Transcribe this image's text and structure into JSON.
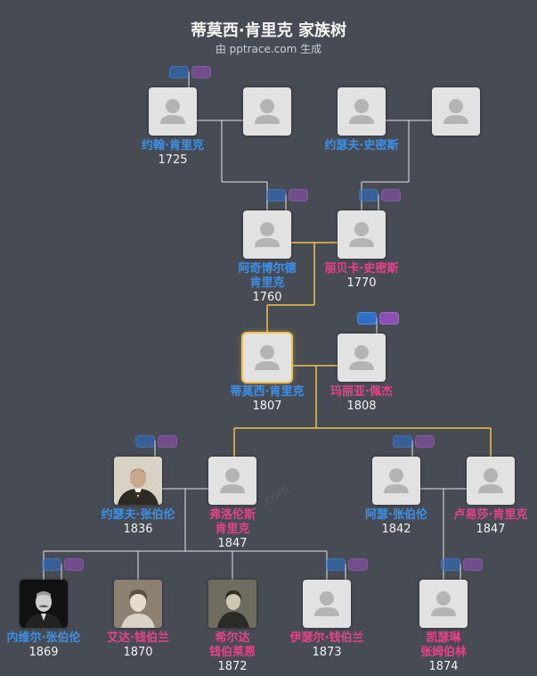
{
  "title": "蒂莫西·肯里克 家族树",
  "subtitle": "由 pptrace.com 生成",
  "watermark": ".com",
  "colors": {
    "male": "#3b91ea",
    "female": "#e8428c",
    "line": "#e6e6e6",
    "path": "#f0c24a",
    "bg": "#474b53"
  },
  "people": [
    {
      "id": "p1",
      "name": [
        "约翰·肯里克"
      ],
      "year": "1725",
      "gender": "m",
      "photo": "person-placeholder"
    },
    {
      "id": "p2",
      "name": [],
      "year": "",
      "gender": "f",
      "photo": "person-placeholder"
    },
    {
      "id": "p3",
      "name": [
        "约瑟夫·史密斯"
      ],
      "year": "",
      "gender": "m",
      "photo": "person-placeholder"
    },
    {
      "id": "p4",
      "name": [],
      "year": "",
      "gender": "f",
      "photo": "person-placeholder"
    },
    {
      "id": "p5",
      "name": [
        "阿奇博尔德",
        "肯里克"
      ],
      "year": "1760",
      "gender": "m",
      "photo": "person-placeholder"
    },
    {
      "id": "p6",
      "name": [
        "丽贝卡·史密斯"
      ],
      "year": "1770",
      "gender": "f",
      "photo": "person-placeholder"
    },
    {
      "id": "p7",
      "name": [
        "蒂莫西·肯里克"
      ],
      "year": "1807",
      "gender": "m",
      "photo": "person-placeholder",
      "highlight": true
    },
    {
      "id": "p8",
      "name": [
        "玛丽亚·佩杰"
      ],
      "year": "1808",
      "gender": "f",
      "photo": "person-placeholder"
    },
    {
      "id": "p9",
      "name": [
        "约瑟夫·张伯伦"
      ],
      "year": "1836",
      "gender": "m",
      "photo": "photo-man-suit"
    },
    {
      "id": "p10",
      "name": [
        "弗洛伦斯",
        "肯里克"
      ],
      "year": "1847",
      "gender": "f",
      "photo": "person-placeholder"
    },
    {
      "id": "p11",
      "name": [
        "阿瑟·张伯伦"
      ],
      "year": "1842",
      "gender": "m",
      "photo": "person-placeholder"
    },
    {
      "id": "p12",
      "name": [
        "卢易莎·肯里克"
      ],
      "year": "1847",
      "gender": "f",
      "photo": "person-placeholder"
    },
    {
      "id": "p13",
      "name": [
        "内维尔·张伯伦"
      ],
      "year": "1869",
      "gender": "m",
      "photo": "photo-man-mustache"
    },
    {
      "id": "p14",
      "name": [
        "艾达·钱伯兰"
      ],
      "year": "1870",
      "gender": "f",
      "photo": "photo-woman"
    },
    {
      "id": "p15",
      "name": [
        "希尔达",
        "钱伯莱恩"
      ],
      "year": "1872",
      "gender": "f",
      "photo": "photo-woman-seated"
    },
    {
      "id": "p16",
      "name": [
        "伊瑟尔·钱伯兰"
      ],
      "year": "1873",
      "gender": "f",
      "photo": "person-placeholder"
    },
    {
      "id": "p17",
      "name": [
        "凯瑟琳",
        "张姆伯林"
      ],
      "year": "1874",
      "gender": "f",
      "photo": "person-placeholder"
    }
  ]
}
